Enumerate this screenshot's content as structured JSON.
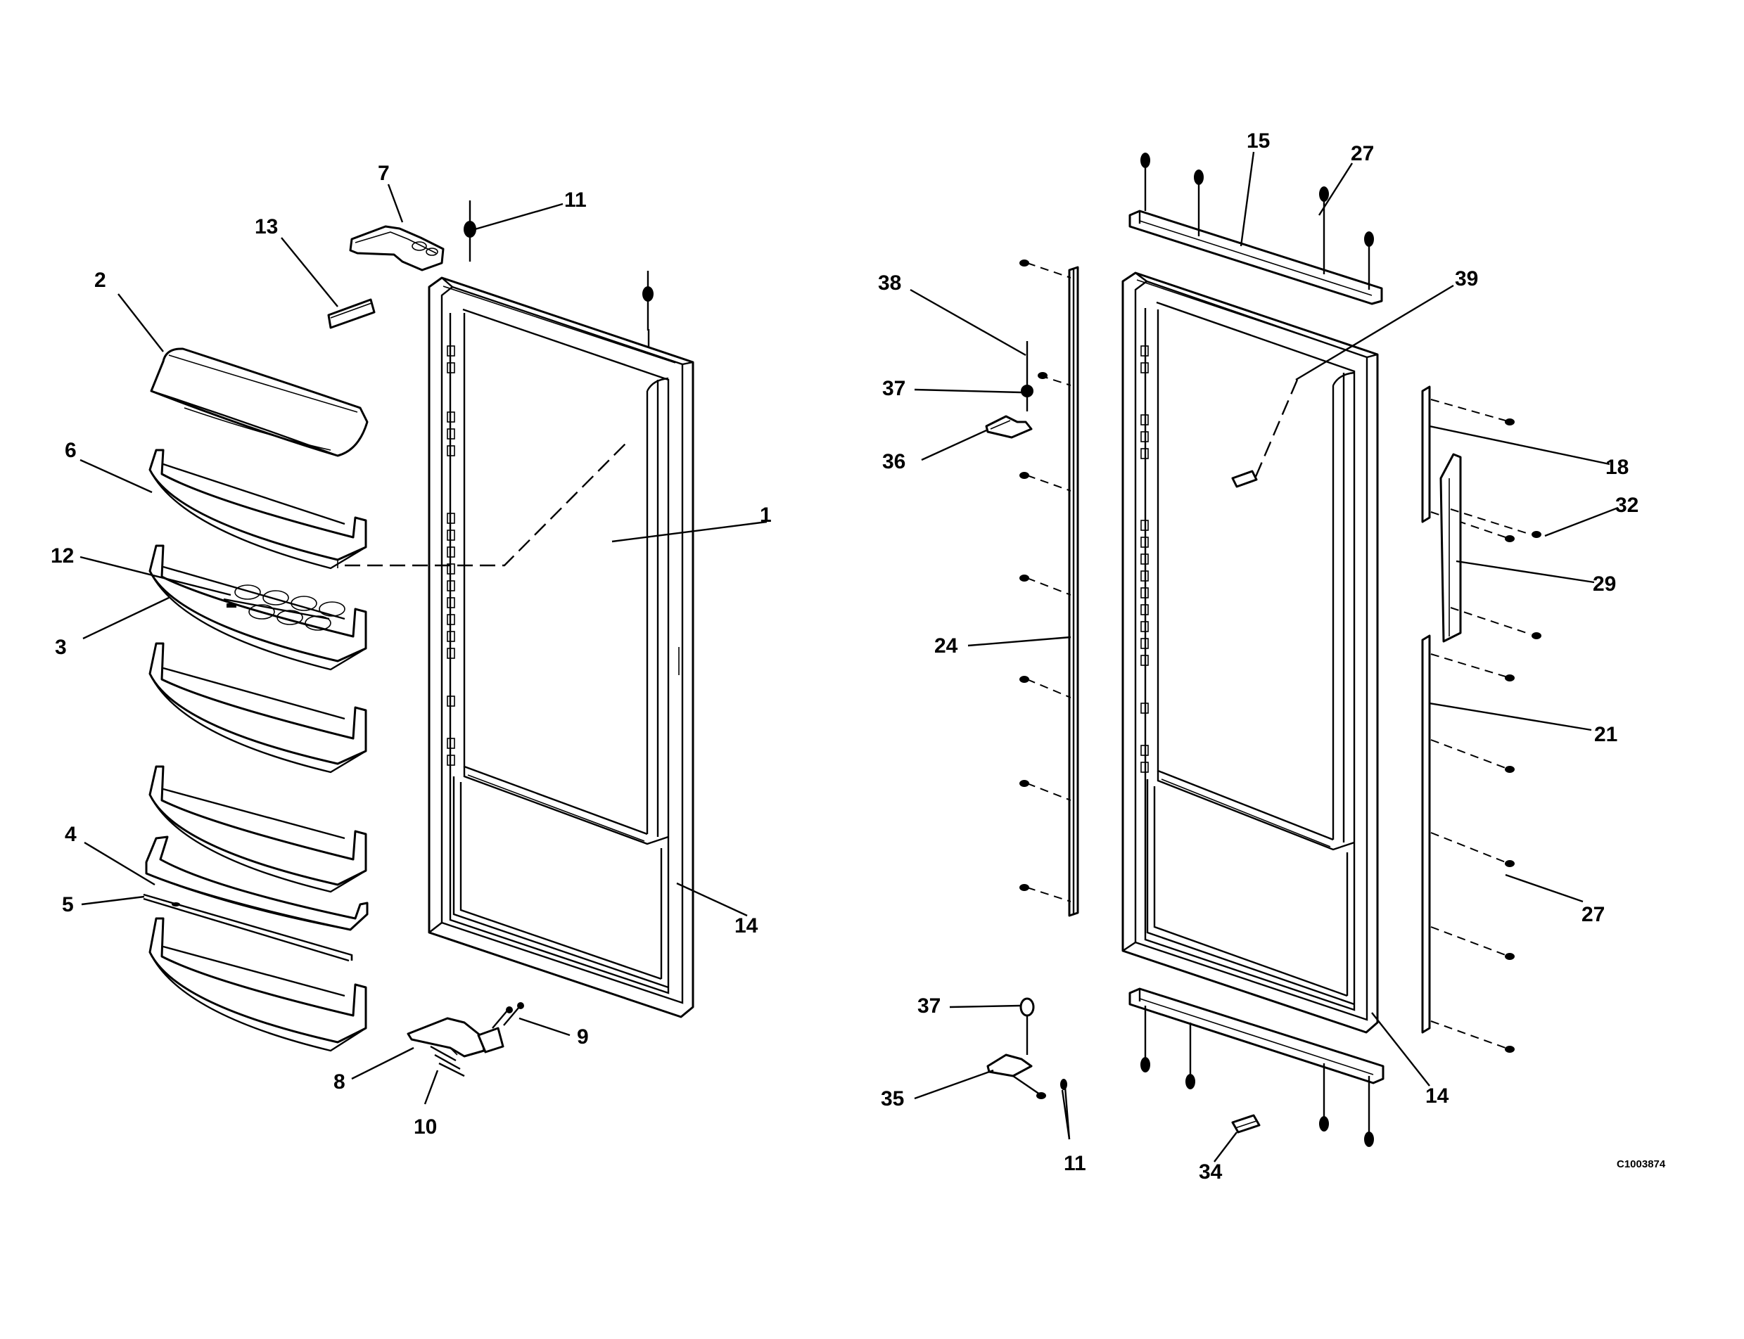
{
  "diagram": {
    "document_code": "C1003874",
    "callouts": {
      "left_1": "1",
      "left_2": "2",
      "left_3": "3",
      "left_4": "4",
      "left_5": "5",
      "left_6": "6",
      "left_7": "7",
      "left_8": "8",
      "left_9": "9",
      "left_10": "10",
      "left_11": "11",
      "left_12": "12",
      "left_13": "13",
      "left_14": "14",
      "right_11": "11",
      "right_14": "14",
      "right_15": "15",
      "right_18": "18",
      "right_21": "21",
      "right_24": "24",
      "right_27a": "27",
      "right_27b": "27",
      "right_29": "29",
      "right_32": "32",
      "right_34": "34",
      "right_35": "35",
      "right_36": "36",
      "right_37a": "37",
      "right_37b": "37",
      "right_38": "38",
      "right_39": "39"
    }
  }
}
